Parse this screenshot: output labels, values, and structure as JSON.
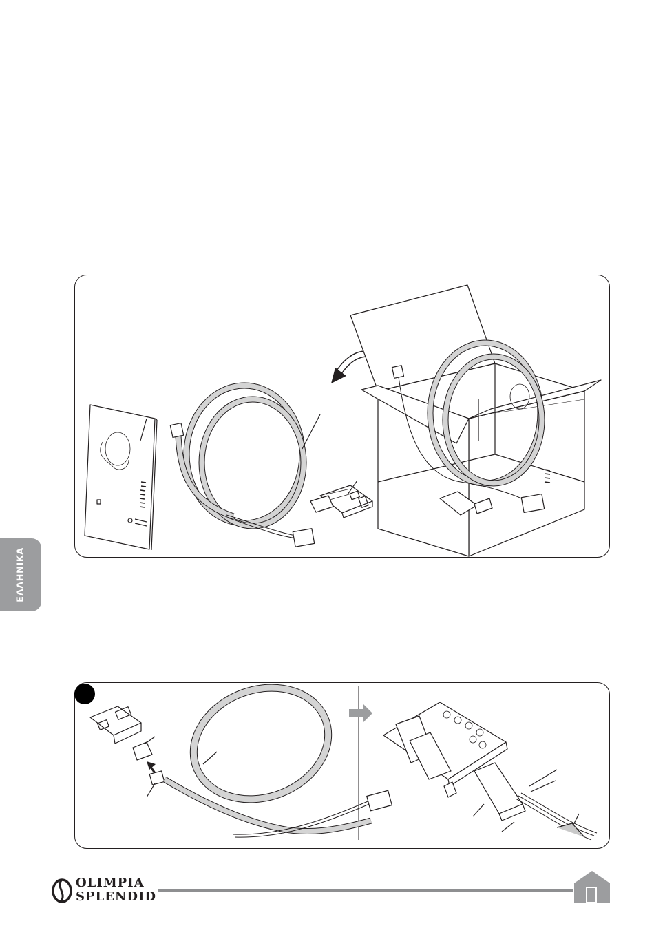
{
  "side_tab": {
    "label": "ΕΛΛΗΝΙΚΑ"
  },
  "brand": {
    "line1": "OLIMPIA",
    "line2": "SPLENDID"
  },
  "icons": {
    "home": "home-icon",
    "logo": "olimpia-splendid-logo-mark",
    "step": "step-bullet-icon",
    "arrow": "move-arrow-icon"
  },
  "colors": {
    "tab": "#9c9d9f",
    "rule": "#8e8f91",
    "ink": "#231f20",
    "cable": "#c9c9c9"
  }
}
